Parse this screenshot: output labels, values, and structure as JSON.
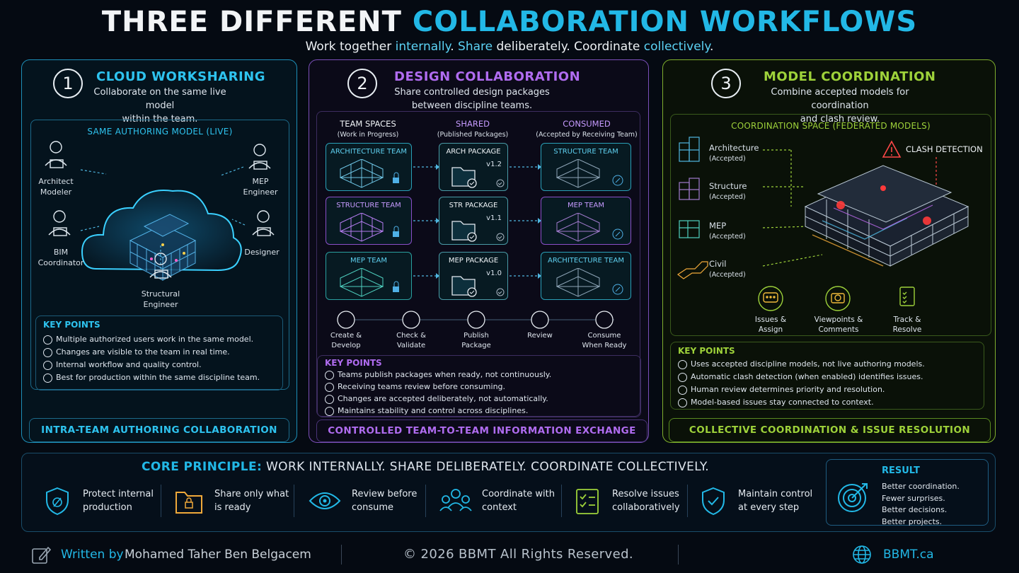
{
  "header": {
    "title_a": "THREE DIFFERENT ",
    "title_b": "COLLABORATION WORKFLOWS",
    "subtitle": [
      "Work together ",
      "internally",
      ". ",
      "Share",
      " deliberately. Coordinate ",
      "collectively",
      "."
    ]
  },
  "panel1": {
    "number": "1",
    "title": "CLOUD WORKSHARING",
    "desc": [
      "Collaborate on the same live model",
      "within the team."
    ],
    "model_label": "SAME AUTHORING MODEL (LIVE)",
    "roles": [
      [
        "Architect",
        "Modeler"
      ],
      [
        "MEP",
        "Engineer"
      ],
      [
        "BIM",
        "Coordinator"
      ],
      [
        "Designer"
      ],
      [
        "Structural",
        "Engineer"
      ]
    ],
    "key_head": "KEY POINTS",
    "key_points": [
      "Multiple authorized users work in the same model.",
      "Changes are visible to the team in real time.",
      "Internal workflow and quality control.",
      "Best for production within the same discipline team."
    ],
    "footer": "INTRA-TEAM AUTHORING COLLABORATION"
  },
  "panel2": {
    "number": "2",
    "title": "DESIGN COLLABORATION",
    "desc": [
      "Share controlled design packages",
      "between discipline teams."
    ],
    "columns": [
      {
        "title": "TEAM SPACES",
        "sub": "(Work in Progress)"
      },
      {
        "title": "SHARED",
        "sub": "(Published Packages)"
      },
      {
        "title": "CONSUMED",
        "sub": "(Accepted by Receiving Team)"
      }
    ],
    "rows": [
      {
        "team": "ARCHITECTURE TEAM",
        "pkg": "ARCH PACKAGE",
        "ver": "v1.2",
        "recv": "STRUCTURE TEAM"
      },
      {
        "team": "STRUCTURE TEAM",
        "pkg": "STR PACKAGE",
        "ver": "v1.1",
        "recv": "MEP TEAM"
      },
      {
        "team": "MEP TEAM",
        "pkg": "MEP PACKAGE",
        "ver": "v1.0",
        "recv": "ARCHITECTURE TEAM"
      }
    ],
    "steps": [
      [
        "Create &",
        "Develop"
      ],
      [
        "Check &",
        "Validate"
      ],
      [
        "Publish",
        "Package"
      ],
      [
        "Review"
      ],
      [
        "Consume",
        "When Ready"
      ]
    ],
    "key_head": "KEY POINTS",
    "key_points": [
      "Teams publish packages when ready, not continuously.",
      "Receiving teams review before consuming.",
      "Changes are accepted deliberately, not automatically.",
      "Maintains stability and control across disciplines."
    ],
    "footer": "CONTROLLED TEAM-TO-TEAM INFORMATION EXCHANGE"
  },
  "panel3": {
    "number": "3",
    "title": "MODEL COORDINATION",
    "desc": [
      "Combine accepted models for coordination",
      "and clash review."
    ],
    "space_label": "COORDINATION SPACE (FEDERATED MODELS)",
    "clash": "CLASH DETECTION",
    "models": [
      [
        "Architecture",
        "(Accepted)"
      ],
      [
        "Structure",
        "(Accepted)"
      ],
      [
        "MEP",
        "(Accepted)"
      ],
      [
        "Civil",
        "(Accepted)"
      ]
    ],
    "tools": [
      [
        "Issues &",
        "Assign"
      ],
      [
        "Viewpoints &",
        "Comments"
      ],
      [
        "Track &",
        "Resolve"
      ]
    ],
    "key_head": "KEY POINTS",
    "key_points": [
      "Uses accepted discipline models, not live authoring models.",
      "Automatic clash detection (when enabled) identifies issues.",
      "Human review determines priority and resolution.",
      "Model-based issues stay connected to context."
    ],
    "footer": "COLLECTIVE COORDINATION & ISSUE RESOLUTION"
  },
  "core": {
    "title_a": "CORE PRINCIPLE:",
    "title_b": " WORK INTERNALLY. SHARE DELIBERATELY. COORDINATE COLLECTIVELY.",
    "items": [
      {
        "icon": "shield-icon",
        "l1": "Protect internal",
        "l2": "production"
      },
      {
        "icon": "folder-icon",
        "l1": "Share only what",
        "l2": "is ready"
      },
      {
        "icon": "eye-icon",
        "l1": "Review before",
        "l2": "consume"
      },
      {
        "icon": "team-icon",
        "l1": "Coordinate with",
        "l2": "context"
      },
      {
        "icon": "checklist-icon",
        "l1": "Resolve issues",
        "l2": "collaboratively"
      },
      {
        "icon": "shield-check-icon",
        "l1": "Maintain control",
        "l2": "at every step"
      }
    ],
    "result_head": "RESULT",
    "result": [
      "Better coordination.",
      "Fewer surprises.",
      "Better decisions.",
      "Better projects."
    ]
  },
  "footer": {
    "written_by": "Written by",
    "author": "Mohamed Taher Ben Belgacem",
    "copyright": "© 2026 BBMT All Rights Reserved.",
    "site": "BBMT.ca"
  },
  "colors": {
    "cyan": "#22b8e6",
    "purple": "#b06cf0",
    "green": "#9ed23a"
  }
}
